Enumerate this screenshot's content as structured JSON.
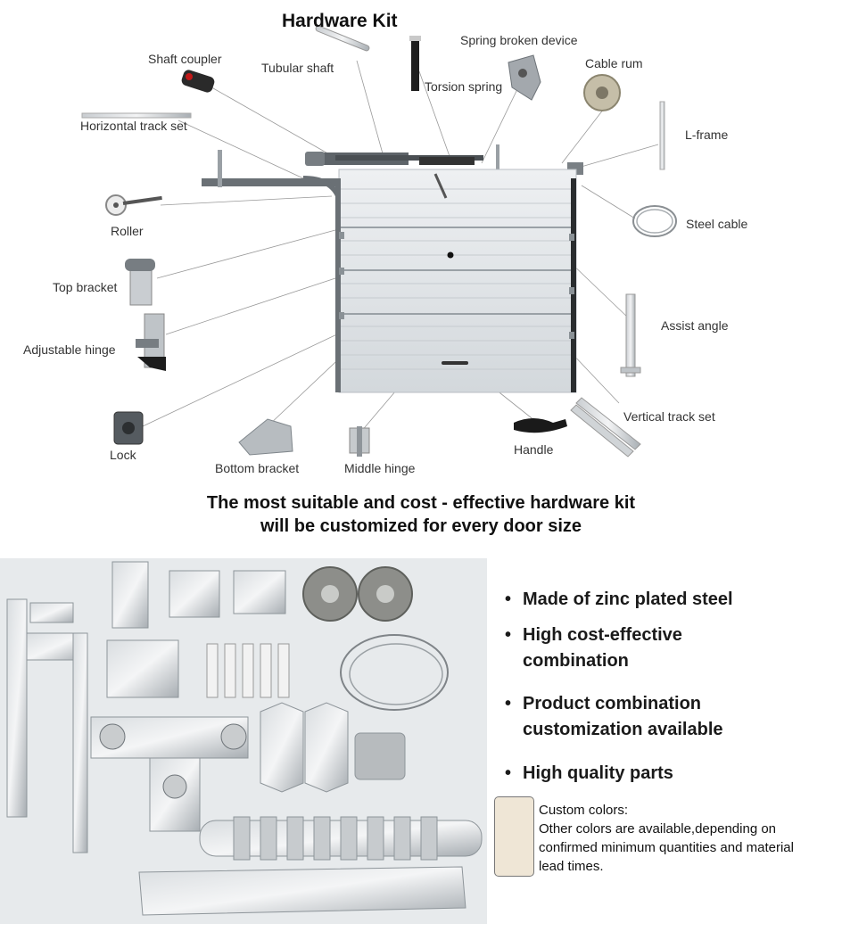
{
  "title": "Hardware Kit",
  "labels": {
    "shaft_coupler": "Shaft coupler",
    "tubular_shaft": "Tubular shaft",
    "torsion_spring": "Torsion spring",
    "spring_broken_device": "Spring broken device",
    "cable_rum": "Cable rum",
    "horizontal_track_set": "Horizontal track set",
    "l_frame": "L-frame",
    "roller": "Roller",
    "steel_cable": "Steel cable",
    "top_bracket": "Top bracket",
    "adjustable_hinge": "Adjustable hinge",
    "assist_angle": "Assist angle",
    "vertical_track_set": "Vertical track set",
    "lock": "Lock",
    "bottom_bracket": "Bottom bracket",
    "middle_hinge": "Middle hinge",
    "handle": "Handle"
  },
  "tagline": {
    "line1": "The most suitable and cost - effective hardware kit",
    "line2": "will be customized for every door size"
  },
  "features": {
    "bullet": "•",
    "f1": "Made of zinc plated steel",
    "f2a": "High cost-effective",
    "f2b": "combination",
    "f3a": "Product combination",
    "f3b": "customization available",
    "f4": "High quality parts"
  },
  "custom_colors": {
    "heading": "Custom colors:",
    "line1": "Other colors are available,depending on",
    "line2": "confirmed minimum quantities and material",
    "line3": "lead times."
  },
  "colors": {
    "door_panel": "#dfe3e6",
    "track": "#555b60",
    "swatch": "#efe6d6",
    "photo_bg": "#e9ecee"
  }
}
